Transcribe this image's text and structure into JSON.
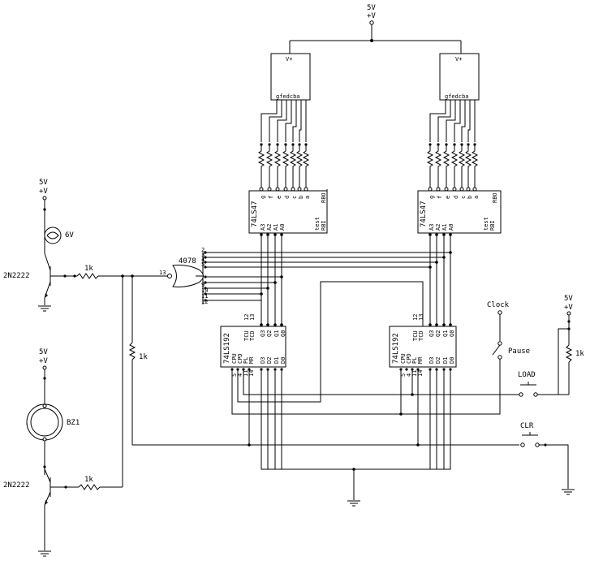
{
  "power": {
    "supply_label": "5V",
    "rail_label": "+V"
  },
  "displays": {
    "vplus_label": "V+",
    "segment_pins": "gfedcba"
  },
  "decoders": {
    "part": "74LS47",
    "input_pins": [
      "A3",
      "A2",
      "A1",
      "A0"
    ],
    "blank_pins": [
      "test",
      "RBI"
    ],
    "rbo_pin": "RBO",
    "output_pins": [
      "g",
      "f",
      "e",
      "d",
      "c",
      "b",
      "a"
    ]
  },
  "counters": {
    "part": "74LS192",
    "tcu_pin": "TCU",
    "tcd_pin": "TCD",
    "tcu_num": "12",
    "tcd_num": "13",
    "q_pins": [
      "Q3",
      "Q2",
      "Q1",
      "Q0"
    ],
    "control_pins": [
      "CPU",
      "CPD",
      "PL",
      "MR"
    ],
    "control_nums": [
      "5",
      "4",
      "11",
      "14"
    ],
    "d_pins": [
      "D3",
      "D2",
      "D1",
      "D0"
    ]
  },
  "gate": {
    "part": "4078",
    "output_pin": "13",
    "input_pins": [
      "2",
      "3",
      "4",
      "5",
      "9",
      "10",
      "11",
      "12"
    ]
  },
  "components": {
    "transistor": "2N2222",
    "resistor": "1k",
    "lamp": "6V",
    "buzzer": "BZ1"
  },
  "controls": {
    "clock": "Clock",
    "pause": "Pause",
    "load": "LOAD",
    "clear": "CLR"
  }
}
